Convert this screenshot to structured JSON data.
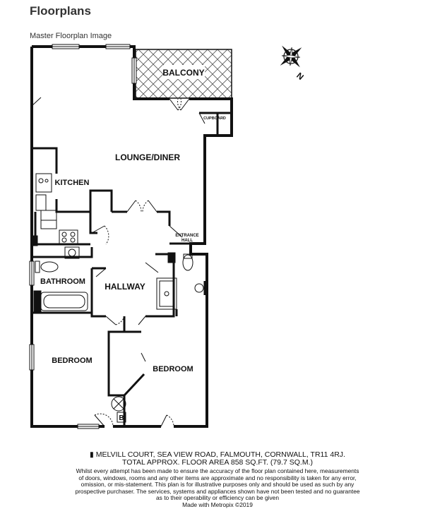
{
  "header": {
    "title": "Floorplans",
    "subtitle": "Master Floorplan Image"
  },
  "rooms": {
    "balcony": "BALCONY",
    "cupboard": "CUPBOARD",
    "lounge_diner": "LOUNGE/DINER",
    "kitchen": "KITCHEN",
    "entrance_hall_line1": "ENTRANCE",
    "entrance_hall_line2": "HALL",
    "bathroom": "BATHROOM",
    "hallway": "HALLWAY",
    "bedroom_left": "BEDROOM",
    "bedroom_right": "BEDROOM",
    "boiler_marker": "B"
  },
  "compass": {
    "north_label": "N"
  },
  "footer": {
    "address": "MELVILL COURT, SEA VIEW ROAD, FALMOUTH, CORNWALL, TR11 4RJ.",
    "area": "TOTAL APPROX. FLOOR AREA 858 SQ.FT. (79.7 SQ.M.)",
    "disclaimer_1": "Whilst every attempt has been made to ensure the accuracy of the floor plan contained here, measurements",
    "disclaimer_2": "of doors, windows, rooms and any other items are approximate and no responsibility is taken for any error,",
    "disclaimer_3": "omission, or mis-statement. This plan is for illustrative purposes only and should be used as such by any",
    "disclaimer_4": "prospective purchaser. The services, systems and appliances shown have not been tested and no guarantee",
    "disclaimer_5": "as to their operability or efficiency can be given",
    "made_with": "Made with Metropix ©2019"
  },
  "colors": {
    "wall": "#111111",
    "balcony_hatch": "#555555",
    "background": "#ffffff"
  }
}
